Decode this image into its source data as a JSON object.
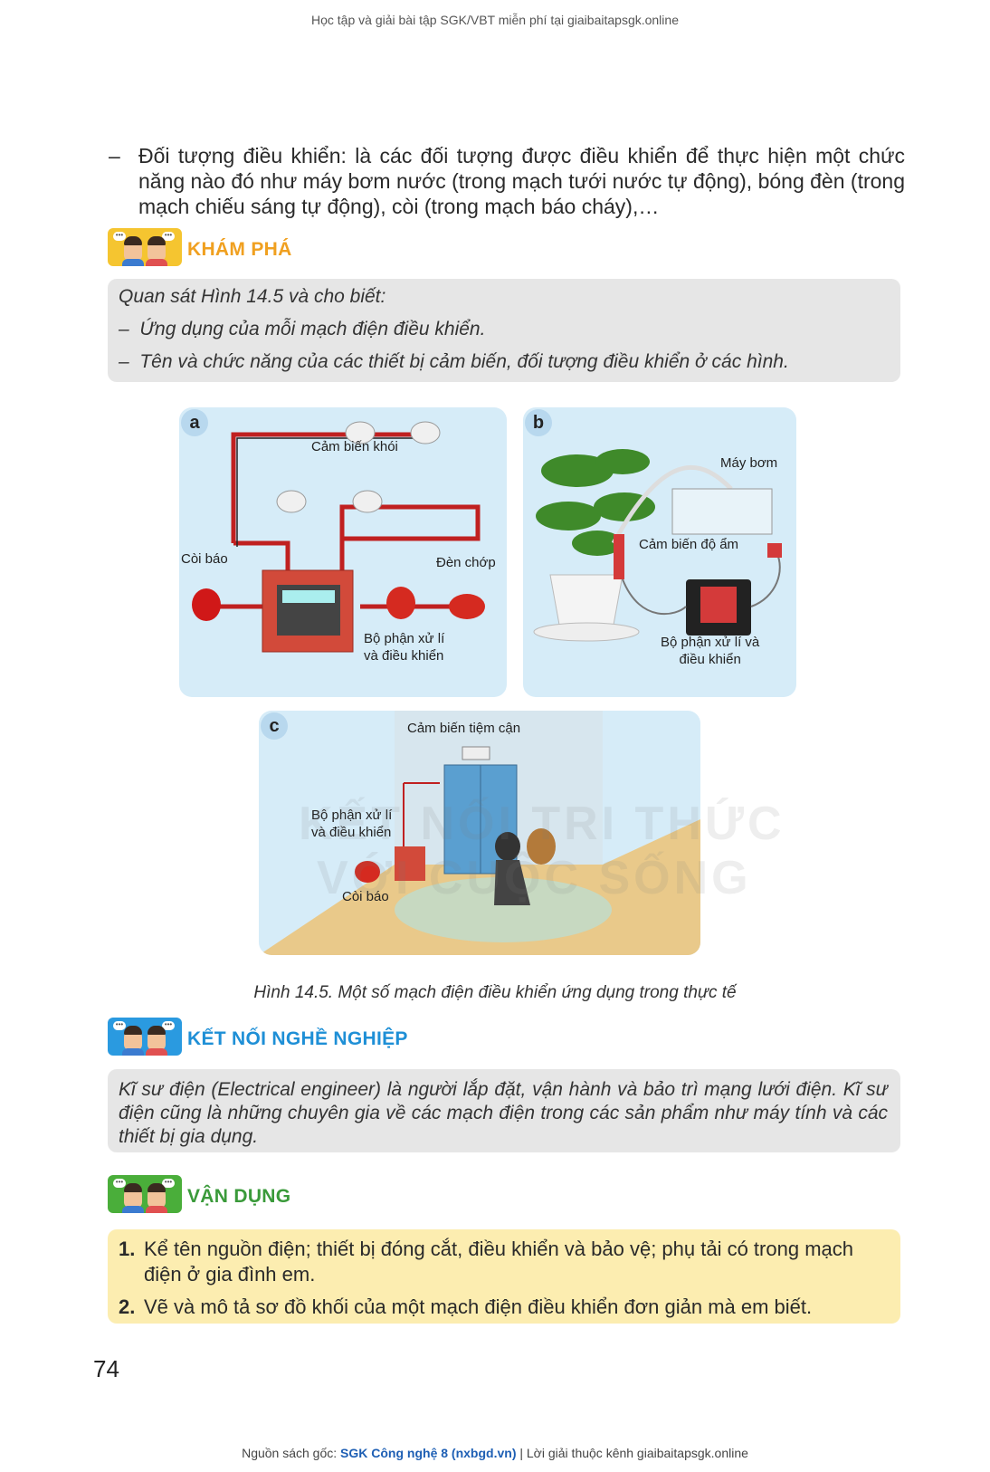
{
  "header_note": "Học tập và giải bài tập SGK/VBT miễn phí tại giaibaitapsgk.online",
  "intro": {
    "dash": "–",
    "text": "Đối tượng điều khiển: là các đối tượng được điều khiển để thực hiện một chức năng nào đó như máy bơm nước (trong mạch tưới nước tự động), bóng đèn (trong mạch chiếu sáng tự động), còi (trong mạch báo cháy),…"
  },
  "kham_pha": {
    "title": "KHÁM PHÁ",
    "lead": "Quan sát Hình 14.5 và cho biết:",
    "items": [
      "Ứng dụng của mỗi mạch điện điều khiển.",
      "Tên và chức năng của các thiết bị cảm biến, đối tượng điều khiển ở các hình."
    ],
    "dash": "–"
  },
  "figure": {
    "panel_a": {
      "label": "a",
      "smoke_sensor": "Cảm biến khói",
      "alarm": "Còi báo",
      "flash_light": "Đèn chớp",
      "controller_line1": "Bộ phận xử lí",
      "controller_line2": "và điều khiển"
    },
    "panel_b": {
      "label": "b",
      "pump": "Máy bơm",
      "humidity_sensor": "Cảm biến độ ẩm",
      "controller_line1": "Bộ phận xử lí và",
      "controller_line2": "điều khiển"
    },
    "panel_c": {
      "label": "c",
      "proximity_sensor": "Cảm biến tiệm cận",
      "controller_line1": "Bộ phận xử lí",
      "controller_line2": "và điều khiển",
      "alarm": "Còi báo"
    },
    "watermark_line1": "KẾT NỐI TRI THỨC",
    "watermark_line2": "VỚI CUỘC SỐNG",
    "caption": "Hình 14.5. Một số mạch điện điều khiển ứng dụng trong thực tế"
  },
  "ket_noi": {
    "title": "KẾT NỐI NGHỀ NGHIỆP",
    "text": "Kĩ sư điện (Electrical engineer) là người lắp đặt, vận hành và bảo trì mạng lưới điện. Kĩ sư điện cũng là những chuyên gia về các mạch điện trong các sản phẩm như máy tính và các thiết bị gia dụng."
  },
  "van_dung": {
    "title": "VẬN DỤNG",
    "items": [
      {
        "num": "1.",
        "text": "Kể tên nguồn điện; thiết bị đóng cắt, điều khiển và bảo vệ; phụ tải có trong mạch điện ở gia đình em."
      },
      {
        "num": "2.",
        "text": "Vẽ và mô tả sơ đồ khối của một mạch điện điều khiển đơn giản mà em biết."
      }
    ]
  },
  "page_number": "74",
  "footer": {
    "prefix": "Nguồn sách gốc: ",
    "source": "SGK Công nghệ 8 (nxbgd.vn)",
    "suffix": " | Lời giải thuộc kênh giaibaitapsgk.online"
  },
  "colors": {
    "kham_pha": "#f0a020",
    "ket_noi": "#1e8fd6",
    "van_dung": "#3a9a3a",
    "accent_box_yellow": "#fcedb0",
    "box_gray": "#e6e6e6"
  }
}
